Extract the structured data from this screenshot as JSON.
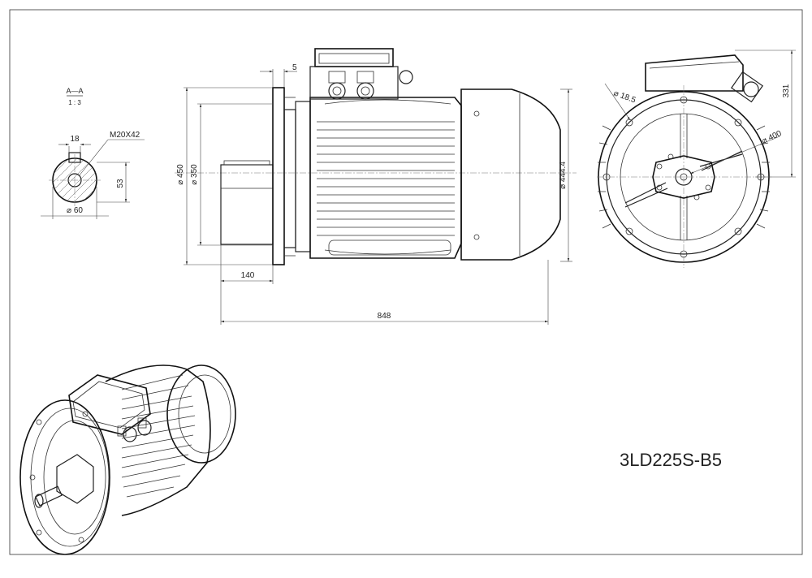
{
  "title": "3LD225S-B5",
  "section_view": {
    "label": "A—A",
    "scale": "1 : 3"
  },
  "shaft_section": {
    "key_width": "18",
    "thread": "M20X42",
    "key_height": "53",
    "shaft_diameter": "⌀ 60"
  },
  "side_view": {
    "flange_thickness": "5",
    "flange_diameter": "⌀ 450",
    "spigot_diameter": "⌀ 350",
    "body_diameter": "⌀ 444.4",
    "shaft_length": "140",
    "overall_length": "848"
  },
  "end_view": {
    "hole_diameter": "⌀ 18.5",
    "pcd": "⌀ 400",
    "height": "331"
  }
}
